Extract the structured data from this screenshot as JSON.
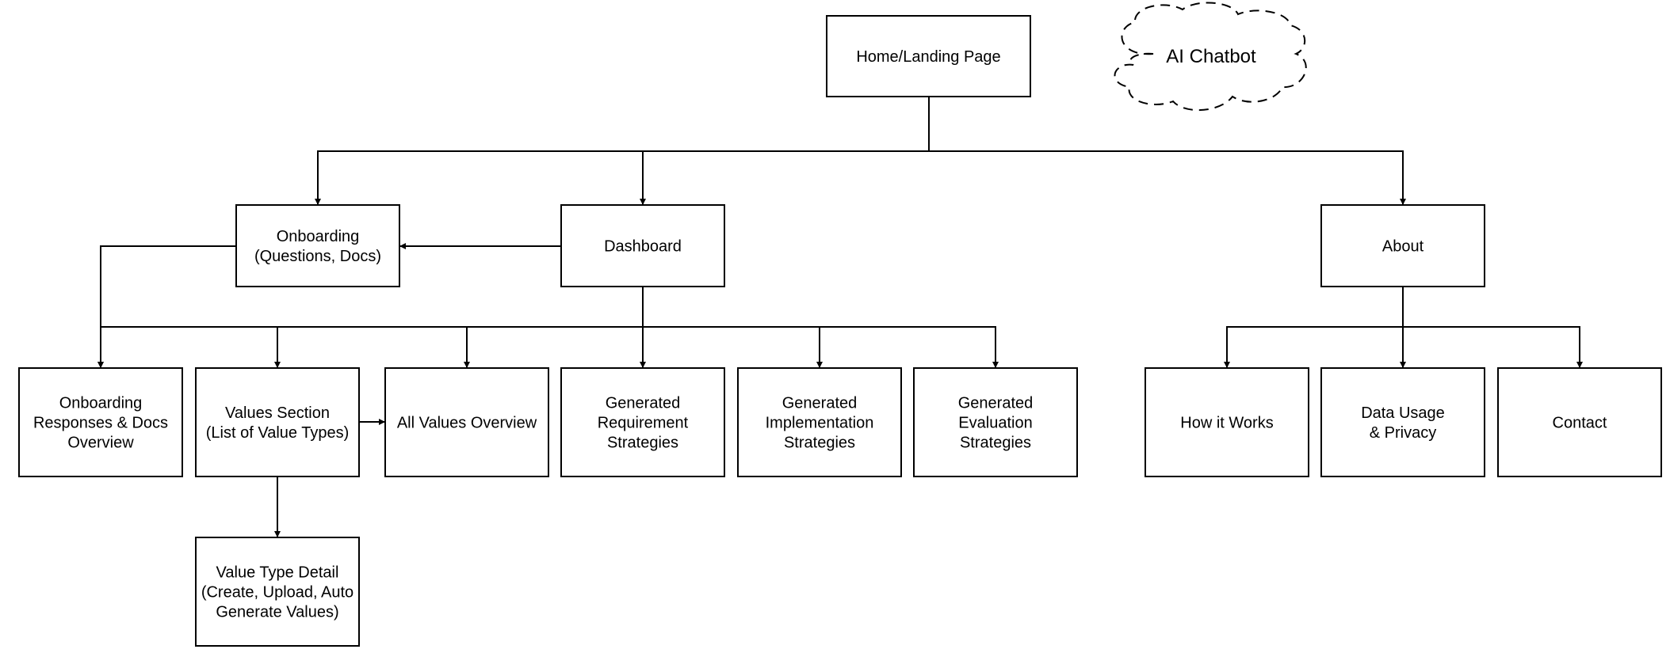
{
  "nodes": [
    {
      "id": "home",
      "lines": [
        "Home/Landing Page"
      ]
    },
    {
      "id": "onboarding",
      "lines": [
        "Onboarding",
        "(Questions, Docs)"
      ]
    },
    {
      "id": "dashboard",
      "lines": [
        "Dashboard"
      ]
    },
    {
      "id": "about",
      "lines": [
        "About"
      ]
    },
    {
      "id": "onboarding-overview",
      "lines": [
        "Onboarding",
        "Responses & Docs",
        "Overview"
      ]
    },
    {
      "id": "values-section",
      "lines": [
        "Values Section",
        "(List of Value Types)"
      ]
    },
    {
      "id": "all-values",
      "lines": [
        "All Values Overview"
      ]
    },
    {
      "id": "gen-requirement",
      "lines": [
        "Generated",
        "Requirement",
        "Strategies"
      ]
    },
    {
      "id": "gen-implementation",
      "lines": [
        "Generated",
        "Implementation",
        "Strategies"
      ]
    },
    {
      "id": "gen-evaluation",
      "lines": [
        "Generated",
        "Evaluation",
        "Strategies"
      ]
    },
    {
      "id": "how-it-works",
      "lines": [
        "How it Works"
      ]
    },
    {
      "id": "data-usage",
      "lines": [
        "Data Usage",
        "& Privacy"
      ]
    },
    {
      "id": "contact",
      "lines": [
        "Contact"
      ]
    },
    {
      "id": "value-type-detail",
      "lines": [
        "Value Type Detail",
        "(Create, Upload, Auto",
        "Generate Values)"
      ]
    }
  ],
  "cloud": {
    "label": "AI Chatbot"
  },
  "edges": [
    {
      "from": "home",
      "to": "onboarding"
    },
    {
      "from": "home",
      "to": "dashboard"
    },
    {
      "from": "home",
      "to": "about"
    },
    {
      "from": "dashboard",
      "to": "onboarding"
    },
    {
      "from": "onboarding",
      "to": "onboarding-overview"
    },
    {
      "from": "dashboard",
      "to": "onboarding-overview"
    },
    {
      "from": "dashboard",
      "to": "values-section"
    },
    {
      "from": "dashboard",
      "to": "all-values"
    },
    {
      "from": "dashboard",
      "to": "gen-requirement"
    },
    {
      "from": "dashboard",
      "to": "gen-implementation"
    },
    {
      "from": "dashboard",
      "to": "gen-evaluation"
    },
    {
      "from": "values-section",
      "to": "all-values"
    },
    {
      "from": "values-section",
      "to": "value-type-detail"
    },
    {
      "from": "about",
      "to": "how-it-works"
    },
    {
      "from": "about",
      "to": "data-usage"
    },
    {
      "from": "about",
      "to": "contact"
    }
  ]
}
